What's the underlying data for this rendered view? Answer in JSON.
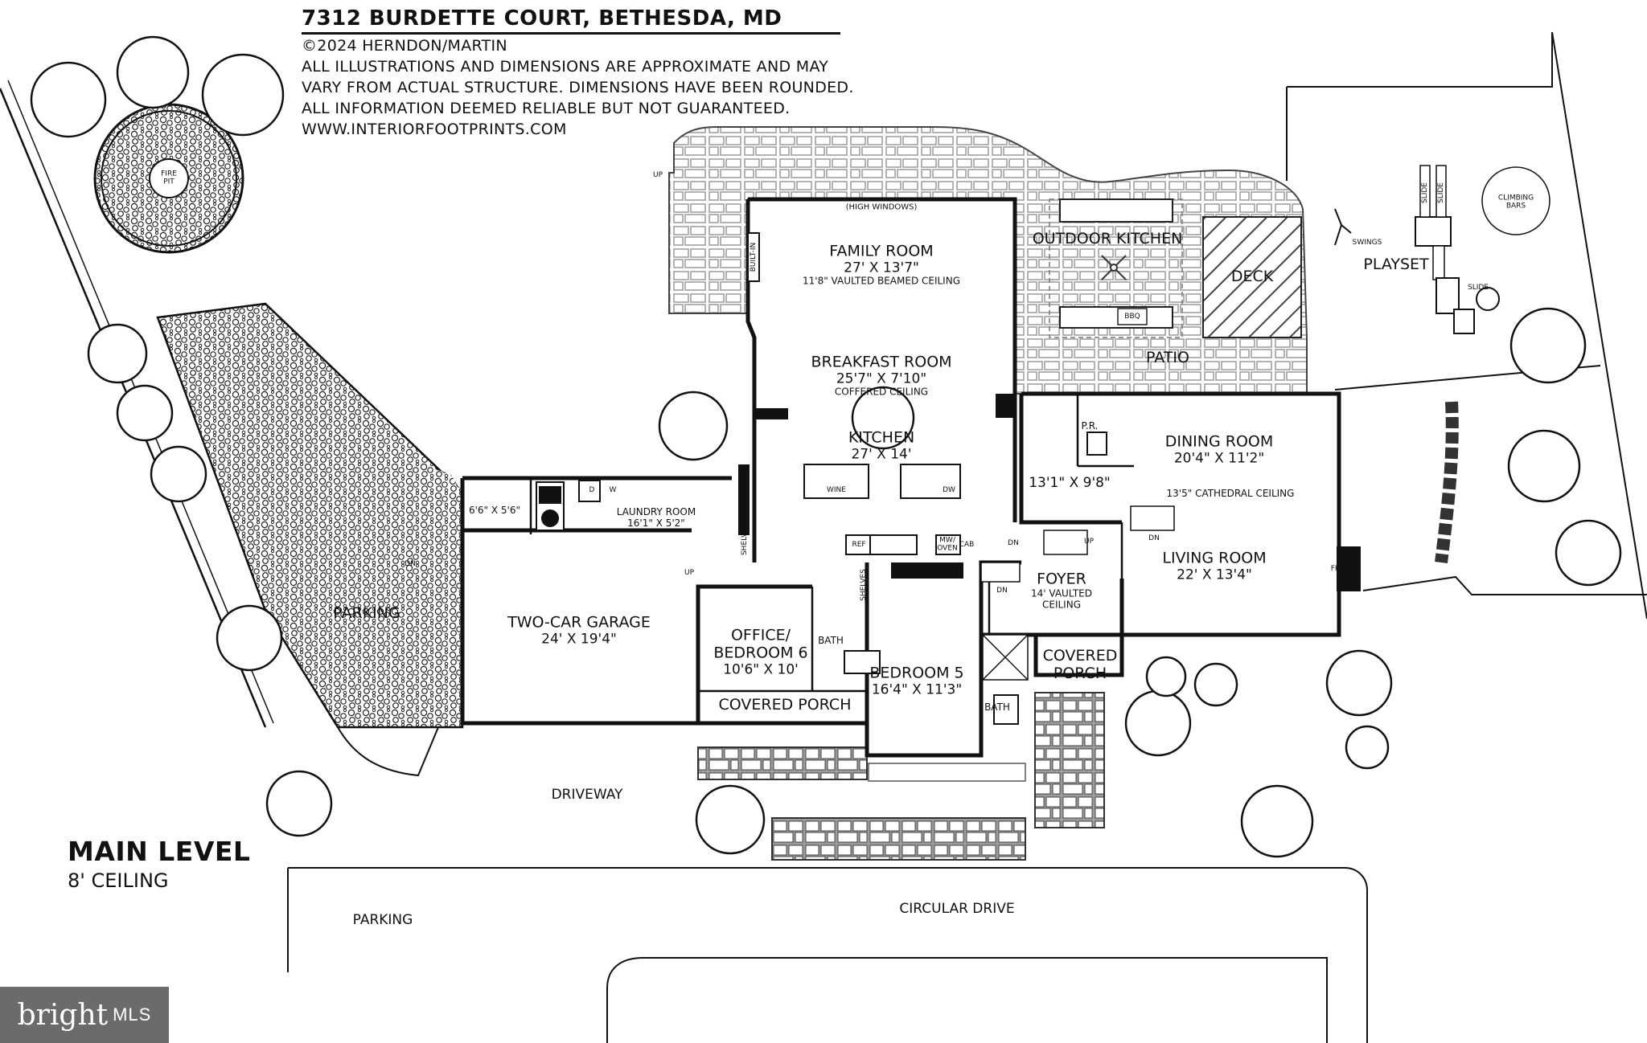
{
  "header": {
    "address": "7312 BURDETTE COURT, BETHESDA, MD",
    "copyright": "©2024 HERNDON/MARTIN",
    "disclaimer": [
      "ALL ILLUSTRATIONS AND DIMENSIONS ARE APPROXIMATE AND MAY",
      "VARY FROM ACTUAL STRUCTURE. DIMENSIONS HAVE BEEN ROUNDED.",
      "ALL INFORMATION DEEMED RELIABLE BUT NOT GUARANTEED."
    ],
    "website": "WWW.INTERIORFOOTPRINTS.COM"
  },
  "level": {
    "title": "MAIN LEVEL",
    "ceiling": "8' CEILING"
  },
  "rooms": {
    "family_room": {
      "name": "FAMILY ROOM",
      "dims": "27' X 13'7\"",
      "note": "11'8\" VAULTED BEAMED CEILING",
      "windows": "(HIGH WINDOWS)"
    },
    "breakfast_room": {
      "name": "BREAKFAST ROOM",
      "dims": "25'7\" X 7'10\"",
      "note": "COFFERED CEILING"
    },
    "kitchen": {
      "name": "KITCHEN",
      "dims": "27' X 14'"
    },
    "outdoor_kitchen": {
      "name": "OUTDOOR KITCHEN"
    },
    "deck": {
      "name": "DECK"
    },
    "patio": {
      "name": "PATIO"
    },
    "playset": {
      "name": "PLAYSET"
    },
    "dining_room": {
      "name": "DINING ROOM",
      "dims": "20'4\" X 11'2\"",
      "note": "13'5\" CATHEDRAL CEILING"
    },
    "hall": {
      "dims": "13'1\" X 9'8\""
    },
    "powder_room": {
      "name": "P.R."
    },
    "living_room": {
      "name": "LIVING ROOM",
      "dims": "22' X 13'4\""
    },
    "foyer": {
      "name": "FOYER",
      "note1": "14' VAULTED",
      "note2": "CEILING"
    },
    "covered_porch_front": {
      "line1": "COVERED",
      "line2": "PORCH"
    },
    "bedroom5": {
      "name": "BEDROOM 5",
      "dims": "16'4\" X 11'3\""
    },
    "office": {
      "line1": "OFFICE/",
      "line2": "BEDROOM 6",
      "dims": "10'6\" X 10'"
    },
    "bath1": {
      "name": "BATH"
    },
    "bath2": {
      "name": "BATH"
    },
    "covered_porch_side": {
      "name": "COVERED PORCH"
    },
    "garage": {
      "name": "TWO-CAR GARAGE",
      "dims": "24' X 19'4\""
    },
    "laundry": {
      "name": "LAUNDRY ROOM",
      "dims": "16'1\" X 5'2\""
    },
    "storage": {
      "dims": "6'6\" X 5'6\""
    }
  },
  "site": {
    "parking_side": "PARKING",
    "parking_front": "PARKING",
    "driveway": "DRIVEWAY",
    "circular_drive": "CIRCULAR DRIVE",
    "fire_pit": {
      "line1": "FIRE",
      "line2": "PIT"
    },
    "climbing_bars": {
      "line1": "CLIMBING",
      "line2": "BARS"
    },
    "swings": "SWINGS",
    "slide": "SLIDE"
  },
  "fixtures": {
    "built_in": "BUILT-IN",
    "shelves": "SHELVS",
    "shelves2": "SHELVES",
    "wine": "WINE",
    "dw": "DW",
    "ref": "REF",
    "mw_oven": {
      "line1": "MW/",
      "line2": "OVEN"
    },
    "cab": "CAB",
    "bbq": "BBQ",
    "fp": "FP",
    "d": "D",
    "w": "W"
  },
  "stairs": {
    "up": "UP",
    "dn": "DN"
  },
  "mls": {
    "brand": "bright",
    "suffix": "MLS"
  },
  "colors": {
    "line": "#111111",
    "paving": "#bfbfbf",
    "badge": "#6b6b6b"
  }
}
